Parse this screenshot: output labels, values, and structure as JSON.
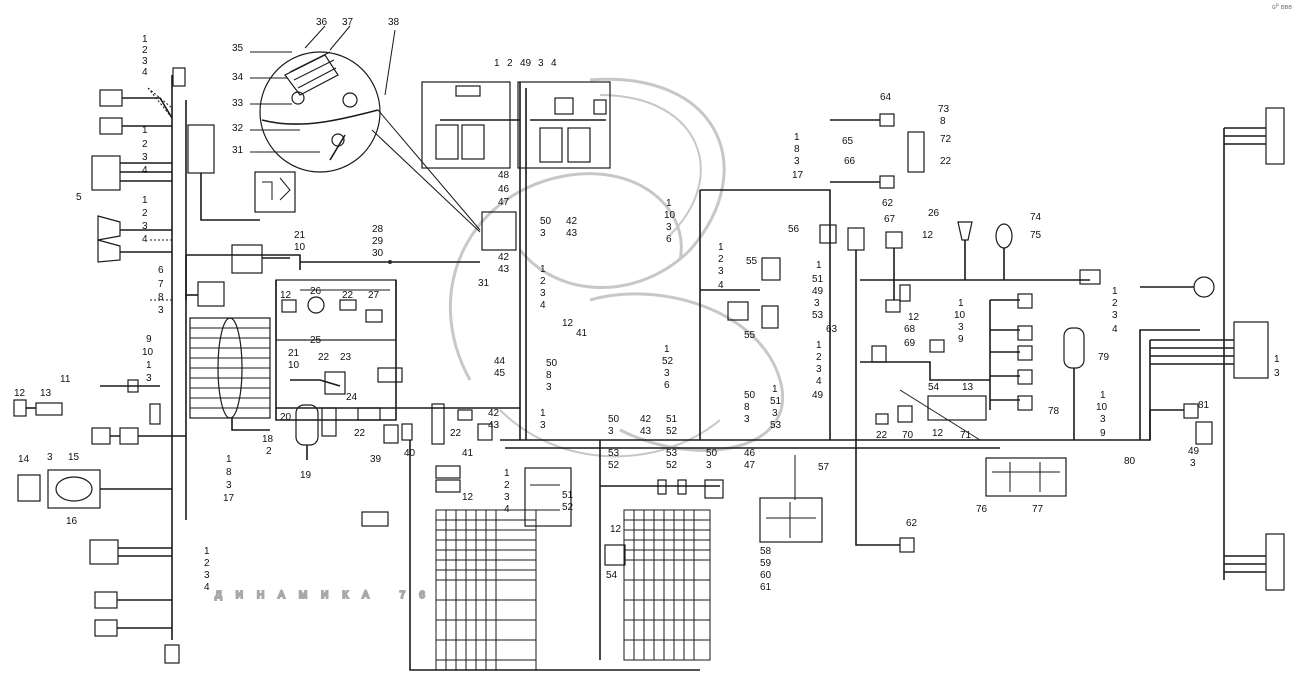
{
  "corner_mark": "ɢᴾ ʙʙʙ",
  "watermark": "ДИНАМИКА 76",
  "labels": {
    "top_left_group": [
      "1",
      "2",
      "3",
      "4"
    ],
    "left_5": "5",
    "left_group2": [
      "1",
      "2",
      "3",
      "4"
    ],
    "left_group3": [
      "6",
      "7",
      "8",
      "3"
    ],
    "left_group4": [
      "9",
      "10",
      "1",
      "3"
    ],
    "left_11": "11",
    "left_12": "12",
    "left_13": "13",
    "left_14": "14",
    "left_3": "3",
    "left_15": "15",
    "left_16": "16",
    "left_group5": [
      "1",
      "8",
      "3",
      "17"
    ],
    "left_group6": [
      "1",
      "2",
      "3",
      "4"
    ],
    "inset_labels": [
      "35",
      "34",
      "33",
      "32",
      "31",
      "36",
      "37",
      "38"
    ],
    "mid_12_26_22_27": [
      "12",
      "26",
      "22",
      "27"
    ],
    "mid_25": "25",
    "mid_21_10_a": [
      "21",
      "10"
    ],
    "mid_21_10_b": [
      "21",
      "10"
    ],
    "mid_22_23": [
      "22",
      "23"
    ],
    "mid_24": "24",
    "mid_20": "20",
    "mid_19": "19",
    "mid_18_2": [
      "18",
      "2"
    ],
    "mid_22_39_40_41": [
      "22",
      "39",
      "40",
      "41"
    ],
    "mid_22b": "22",
    "mid_28_29_30": [
      "28",
      "29",
      "30"
    ],
    "mid_31": "31",
    "mid_42_43_a": [
      "42",
      "43"
    ],
    "mid_50_3_a": [
      "50",
      "3"
    ],
    "mid_42_43_b": [
      "42",
      "43"
    ],
    "mid_48_46_47": [
      "48",
      "46",
      "47"
    ],
    "top_center": [
      "1",
      "2",
      "49",
      "3",
      "4"
    ],
    "center_1234": [
      "1",
      "2",
      "3",
      "4"
    ],
    "center_12_41": [
      "12",
      "41"
    ],
    "center_44_45": [
      "44",
      "45"
    ],
    "center_50_8_3": [
      "50",
      "8",
      "3"
    ],
    "center_42_43_c": [
      "42",
      "43"
    ],
    "center_1_3": [
      "1",
      "3"
    ],
    "center_12_b": "12",
    "center_51_52_3_4": [
      "1",
      "2",
      "3",
      "4"
    ],
    "center_51_52": [
      "51",
      "52"
    ],
    "center_12_54": [
      "12",
      "54"
    ],
    "bottom_50_3": [
      "50",
      "3"
    ],
    "bottom_42_43": [
      "42",
      "43"
    ],
    "bottom_53_52": [
      "53",
      "52"
    ],
    "bottom_51_52": [
      "51",
      "52"
    ],
    "bottom_53_52_b": [
      "53",
      "52"
    ],
    "bottom_50_3_b": [
      "50",
      "3"
    ],
    "bottom_46_47": [
      "46",
      "47"
    ],
    "bottom_57": "57",
    "r_1_10_3_6": [
      "1",
      "10",
      "3",
      "6"
    ],
    "r_1_2_3_4": [
      "1",
      "2",
      "3",
      "4"
    ],
    "r_55": [
      "55",
      "55"
    ],
    "r_1_52_3_6": [
      "1",
      "52",
      "3",
      "6"
    ],
    "r_50_8_3": [
      "50",
      "8",
      "3"
    ],
    "r_1_51_3_53": [
      "1",
      "51",
      "3",
      "53"
    ],
    "r_64": "64",
    "r_73_8": [
      "73",
      "8"
    ],
    "r_1_8_3_17": [
      "1",
      "8",
      "3",
      "17"
    ],
    "r_65_66": [
      "65",
      "66"
    ],
    "r_72_22": [
      "72",
      "22"
    ],
    "r_56": "56",
    "r_62": "62",
    "r_67": "67",
    "r_26": "26",
    "r_12": "12",
    "r_74_75": [
      "74",
      "75"
    ],
    "r_1_51_49_3_53": [
      "1",
      "51",
      "49",
      "3",
      "53"
    ],
    "r_63": "63",
    "r_12_68_69": [
      "12",
      "68",
      "69"
    ],
    "r_1_10_3_9": [
      "1",
      "10",
      "3",
      "9"
    ],
    "r_1_2_3_4_49": [
      "1",
      "2",
      "3",
      "4",
      "49"
    ],
    "r_54_13": [
      "54",
      "13"
    ],
    "r_22_70_12_71": [
      "22",
      "70",
      "12",
      "71"
    ],
    "r_79_78": [
      "79",
      "78"
    ],
    "r_1_10_3_9_b": [
      "1",
      "10",
      "3",
      "9"
    ],
    "r_81_49_3": [
      "81",
      "49",
      "3"
    ],
    "r_80": "80",
    "r_1_2_3_4_b": [
      "1",
      "2",
      "3",
      "4"
    ],
    "r_1_3": [
      "1",
      "3"
    ],
    "r_76_77": [
      "76",
      "77"
    ],
    "r_62_b": "62",
    "r_58_61": [
      "58",
      "59",
      "60",
      "61"
    ]
  }
}
